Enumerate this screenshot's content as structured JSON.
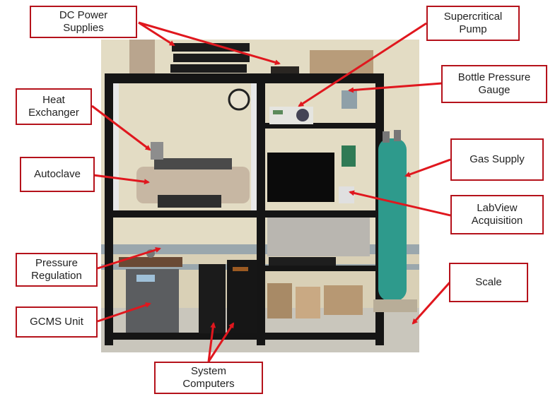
{
  "figure": {
    "description": "Labeled photograph of a supercritical fluid experimental apparatus on a black metal rack",
    "accent_color": "#e0171e",
    "box_border_color": "#b5121b",
    "labels": {
      "dc_power": "DC Power\nSupplies",
      "heat_exchanger": "Heat\nExchanger",
      "autoclave": "Autoclave",
      "pressure_regulation": "Pressure\nRegulation",
      "gcms": "GCMS Unit",
      "system_computers": "System\nComputers",
      "supercritical_pump": "Supercritical\nPump",
      "bottle_gauge": "Bottle Pressure\nGauge",
      "gas_supply": "Gas Supply",
      "labview": "LabView\nAcquisition",
      "scale": "Scale"
    }
  }
}
